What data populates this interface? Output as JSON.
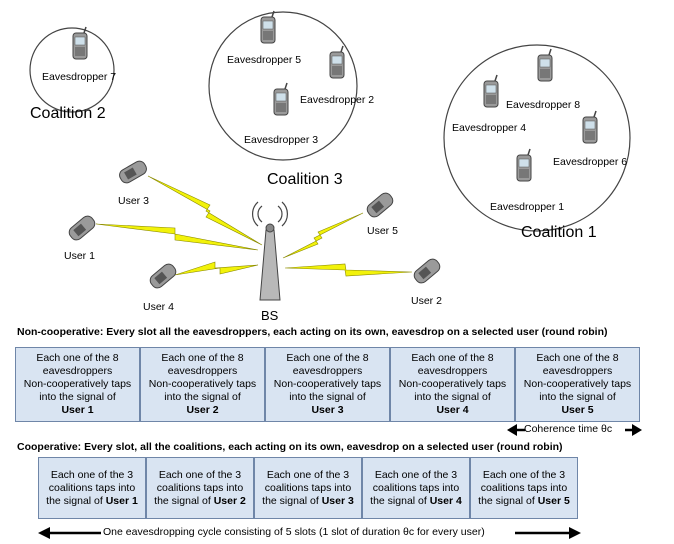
{
  "diagram": {
    "coalitions": [
      {
        "label": "Coalition 2",
        "members": [
          "Eavesdropper 7"
        ]
      },
      {
        "label": "Coalition 3",
        "members": [
          "Eavesdropper 5",
          "Eavesdropper 2",
          "Eavesdropper 3"
        ]
      },
      {
        "label": "Coalition 1",
        "members": [
          "Eavesdropper 8",
          "Eavesdropper 4",
          "Eavesdropper 6",
          "Eavesdropper 1"
        ]
      }
    ],
    "users": [
      "User 3",
      "User 1",
      "User 5",
      "User 4",
      "User 2"
    ],
    "bs_label": "BS"
  },
  "noncooperative": {
    "heading": "Non-cooperative: Every slot all the eavesdroppers, each acting on its own, eavesdrop on a selected user (round robin)",
    "cell_text": [
      "Each one of the 8",
      "eavesdroppers",
      "Non-cooperatively taps",
      "into the signal of"
    ],
    "users": [
      "User 1",
      "User 2",
      "User 3",
      "User 4",
      "User 5"
    ],
    "coherence_label": "Coherence time θc"
  },
  "cooperative": {
    "heading": "Cooperative: Every slot, all the coalitions, each acting on its own, eavesdrop on a selected user (round robin)",
    "cell_text": [
      "Each one of the 3",
      "coalitions taps into",
      "the signal of"
    ],
    "users": [
      "User 1",
      "User 2",
      "User 3",
      "User 4",
      "User 5"
    ],
    "cycle_label": "One eavesdropping cycle consisting of 5 slots (1 slot of duration θc for every user)"
  },
  "colors": {
    "cell_fill": "#d9e4f2",
    "cell_border": "#6f86a8",
    "bolt": "#f2f20a"
  }
}
